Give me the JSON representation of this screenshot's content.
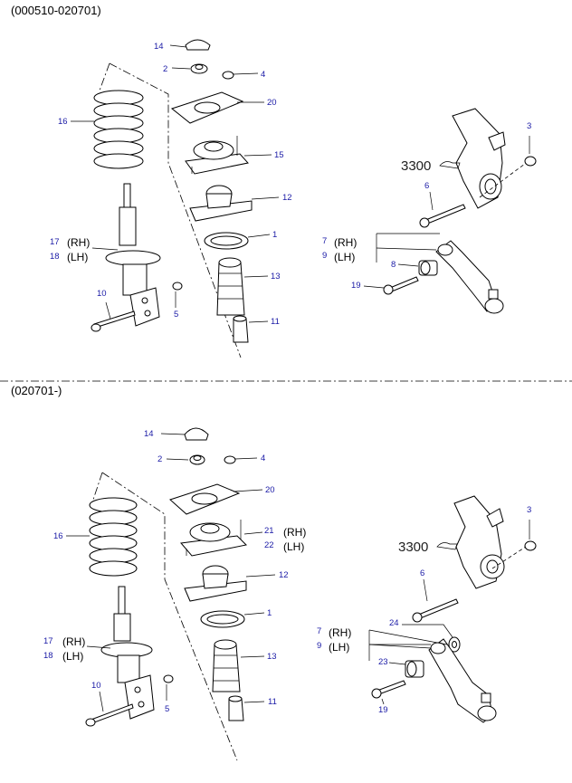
{
  "sections": [
    {
      "header": "(000510-020701)"
    },
    {
      "header": "(020701-)"
    }
  ],
  "labels_top": {
    "n14": "14",
    "n2": "2",
    "n4": "4",
    "n20": "20",
    "n16": "16",
    "n15": "15",
    "n12": "12",
    "n1": "1",
    "n13": "13",
    "n11": "11",
    "n17": "17",
    "n18": "18",
    "rh": "(RH)",
    "lh": "(LH)",
    "n10": "10",
    "n5": "5",
    "n3": "3",
    "ref3300": "3300",
    "n6": "6",
    "n7": "7",
    "n9": "9",
    "rh2": "(RH)",
    "lh2": "(LH)",
    "n8": "8",
    "n19": "19"
  },
  "labels_bottom": {
    "n14": "14",
    "n2": "2",
    "n4": "4",
    "n20": "20",
    "n16": "16",
    "n21": "21",
    "n22": "22",
    "rh21": "(RH)",
    "lh22": "(LH)",
    "n12": "12",
    "n1": "1",
    "n13": "13",
    "n11": "11",
    "n17": "17",
    "n18": "18",
    "rh": "(RH)",
    "lh": "(LH)",
    "n10": "10",
    "n5": "5",
    "n3": "3",
    "ref3300": "3300",
    "n6": "6",
    "n24": "24",
    "n7": "7",
    "n9": "9",
    "rh2": "(RH)",
    "lh2": "(LH)",
    "n23": "23",
    "n19": "19"
  }
}
